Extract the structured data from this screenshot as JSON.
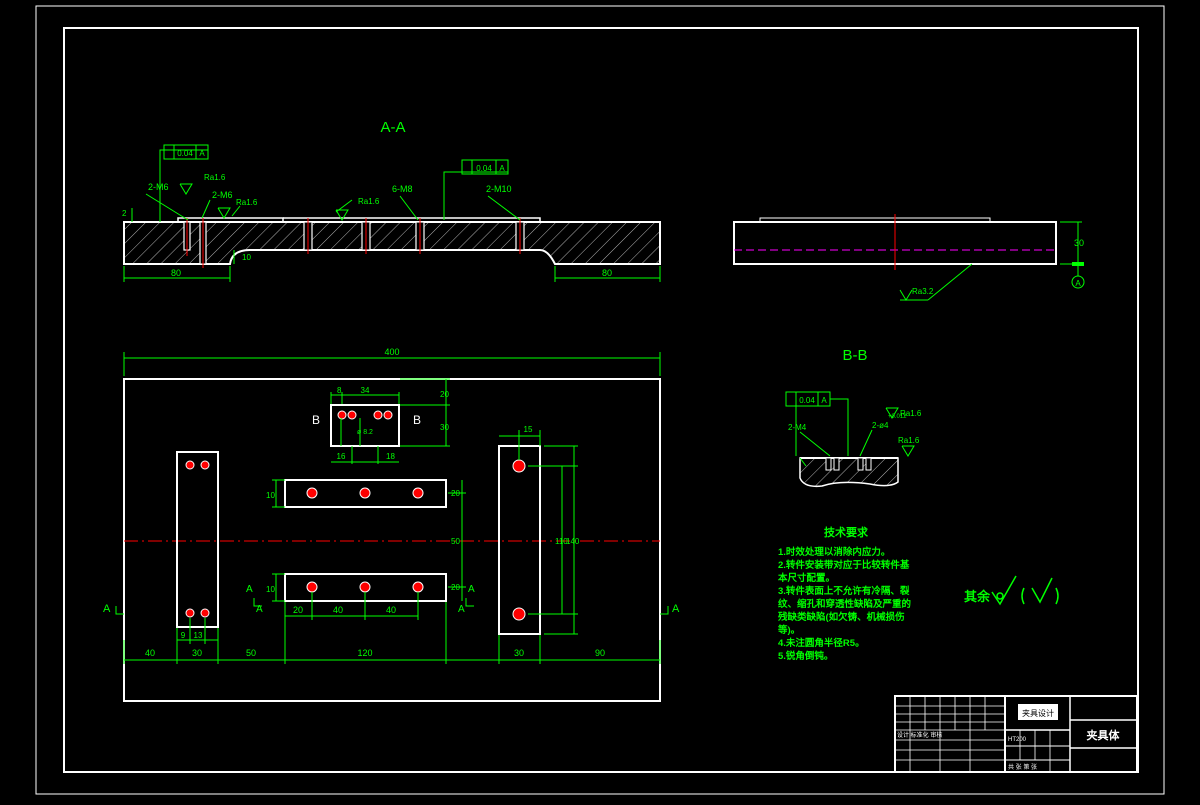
{
  "drawing": {
    "section_aa_title": "A-A",
    "section_bb_title": "B-B",
    "dims": {
      "d80_left": "80",
      "d80_right": "80",
      "d10": "10",
      "d2": "2",
      "d30_side": "30",
      "d400": "400",
      "d8": "8",
      "d34": "34",
      "d20_top": "20",
      "d30_top": "30",
      "d16": "16",
      "d18": "18",
      "d82": "ø 8.2",
      "d40a": "40",
      "d30a": "30",
      "d50a": "50",
      "d120": "120",
      "d30b": "30",
      "d90": "90",
      "d20a": "20",
      "d40b": "40",
      "d40c": "40",
      "d9": "9",
      "d13": "13",
      "d15": "15",
      "d110": "110",
      "d140": "140",
      "d50b": "50",
      "d20b": "20",
      "d20c": "20",
      "d10b": "10",
      "d10c": "10"
    },
    "callouts": {
      "tol1": "0.04",
      "tol_a": "A",
      "tol2": "0.04",
      "tol3": "0.04",
      "hole_m6a": "2-M6",
      "hole_m6b": "2-M6",
      "hole_m8": "6-M8",
      "hole_m10": "2-M10",
      "hole_m4": "2-M4",
      "hole_p4": "2-ø4",
      "ra16_1": "Ra1.6",
      "ra16_2": "Ra1.6",
      "ra16_3": "Ra1.6",
      "ra16_4": "Ra1.6",
      "ra16_5": "Ra1.6",
      "ra32": "Ra3.2",
      "datum_a": "A",
      "fit": "+0.012"
    },
    "section_marks": {
      "b_left": "B",
      "b_right": "B",
      "a1": "A",
      "a2": "A",
      "a3": "A",
      "a4": "A",
      "a5": "A",
      "a6": "A"
    },
    "notes": {
      "title": "技术要求",
      "items": [
        "1.时效处理以消除内应力。",
        "2.转件安装带对应于比较转件基",
        "本尺寸配置。",
        "3.转件表面上不允许有冷隔、裂",
        "纹、缩孔和穿透性缺陷及严重的",
        "残缺类缺陷(如欠铸、机械损伤",
        "等)。",
        "4.未注圆角半径R5。",
        "5.锐角倒钝。"
      ]
    },
    "roughness_rest": "其余",
    "title_block": {
      "part_name": "夹具体",
      "drawing_no": "夹具设计",
      "row_labels": "设计 标准化 审核",
      "material": "HT200",
      "scale_label": "共 张 第 张"
    }
  },
  "colors": {
    "background": "#000000",
    "outline": "#ffffff",
    "dimension": "#00ff00",
    "centerline": "#ff0000",
    "hidden": "#ff00ff",
    "hatch": "#ffffff",
    "annotation_text": "#00ff00"
  }
}
